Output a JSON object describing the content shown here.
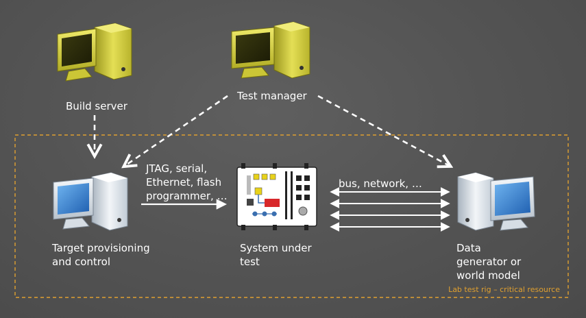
{
  "nodes": {
    "build_server": "Build server",
    "test_manager": "Test manager",
    "target_provisioning": [
      "Target provisioning",
      "and control"
    ],
    "system_under_test": [
      "System under",
      "test"
    ],
    "data_generator": [
      "Data",
      "generator or",
      "world model"
    ]
  },
  "connections": {
    "provisioning_link": [
      "JTAG, serial,",
      "Ethernet, flash",
      "programmer, …"
    ],
    "data_link": "bus, network, …"
  },
  "rig_caption": "Lab test rig – critical resource",
  "colors": {
    "background": "#555555",
    "computer_yellow": "#d4cf3a",
    "computer_blue_screen": "#3f8fd8",
    "rig_border": "#e0a030",
    "arrow": "#ffffff",
    "sut_red": "#d8282a",
    "sut_yellow": "#e8d21a"
  },
  "icons": [
    "build-server-computer-icon",
    "test-manager-computer-icon",
    "target-provisioning-computer-icon",
    "system-under-test-device-icon",
    "data-generator-computer-icon"
  ]
}
